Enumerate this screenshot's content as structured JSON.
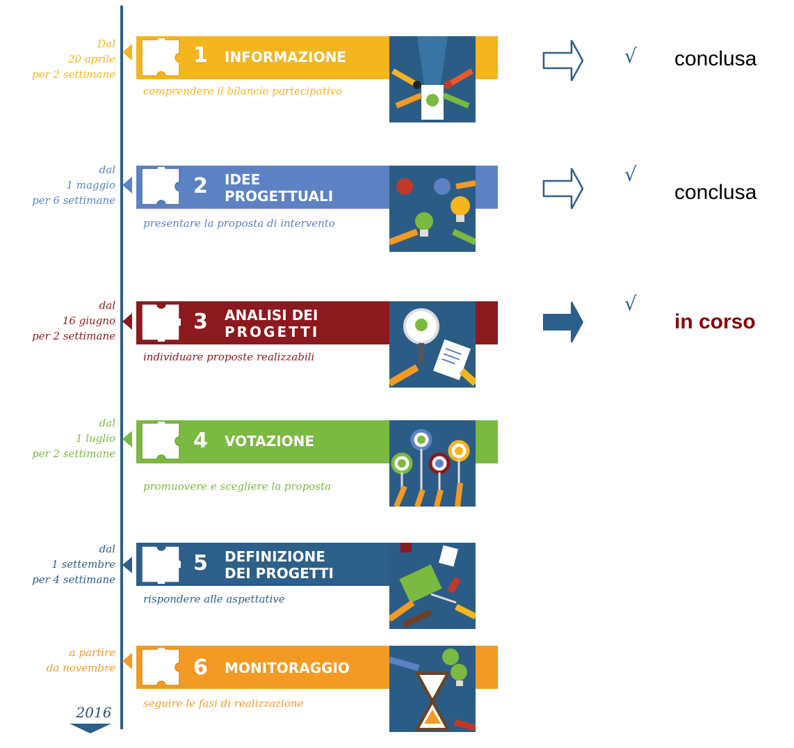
{
  "year": "2016",
  "phases": [
    {
      "number": "1",
      "title": [
        "INFORMAZIONE"
      ],
      "subtitle": "comprendere il bilancio partecipativo",
      "date": [
        "Dal",
        "20 aprile",
        "per 2 settimane"
      ],
      "color": "#f4b51e"
    },
    {
      "number": "2",
      "title": [
        "IDEE",
        "PROGETTUALI"
      ],
      "subtitle": "presentare la proposta di intervento",
      "date": [
        "dal",
        "1 maggio",
        "per 6 settimane"
      ],
      "color": "#5c82c4"
    },
    {
      "number": "3",
      "title": [
        "ANALISI DEI",
        "PROGETTI"
      ],
      "subtitle": "individuare proposte realizzabili",
      "date": [
        "dal",
        "16 giugno",
        "per 2 settimane"
      ],
      "color": "#8b1a1e"
    },
    {
      "number": "4",
      "title": [
        "VOTAZIONE"
      ],
      "subtitle": "promuovere e scegliere la proposta",
      "date": [
        "dal",
        "1 luglio",
        "per 2 settimane"
      ],
      "color": "#7bb940"
    },
    {
      "number": "5",
      "title": [
        "DEFINIZIONE",
        "DEI PROGETTI"
      ],
      "subtitle": "rispondere alle aspettative",
      "date": [
        "dal",
        "1 settembre",
        "per 4 settimane"
      ],
      "color": "#2c5f8a"
    },
    {
      "number": "6",
      "title": [
        "MONITORAGGIO"
      ],
      "subtitle": "seguire le fasi di realizzazione",
      "date": [
        "a partire",
        "da novembre"
      ],
      "color": "#f39a24"
    }
  ],
  "statuses": [
    {
      "check": "√",
      "text": "conclusa",
      "arrow": "outline",
      "color": "#000000"
    },
    {
      "check": "√",
      "text": "conclusa",
      "arrow": "outline",
      "color": "#000000"
    },
    {
      "check": "√",
      "text": "in corso",
      "arrow": "filled",
      "color": "#8b0000"
    }
  ],
  "illustration_bg": "#2b5c85"
}
